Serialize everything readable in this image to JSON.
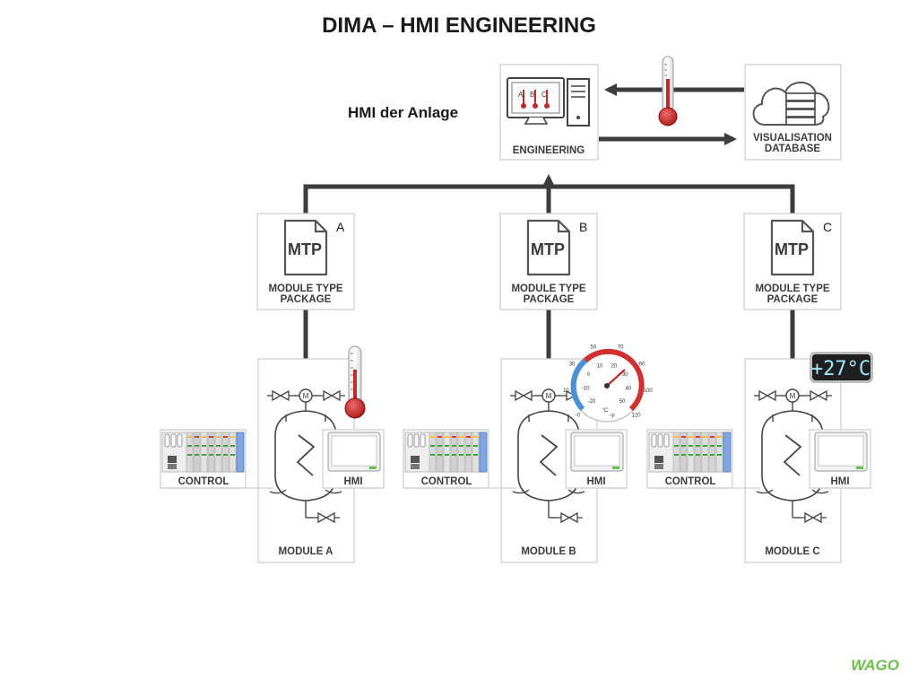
{
  "title": "DIMA – HMI ENGINEERING",
  "subtitle": "HMI der Anlage",
  "engineering": {
    "label": "ENGINEERING",
    "screen_labels": [
      "A",
      "B",
      "C"
    ]
  },
  "database": {
    "label_line1": "VISUALISATION",
    "label_line2": "DATABASE"
  },
  "modules": [
    {
      "letter": "A",
      "mtp_icon_text": "MTP",
      "package_line1": "MODULE TYPE",
      "package_line2": "PACKAGE",
      "control_label": "CONTROL",
      "hmi_label": "HMI",
      "module_label": "MODULE A",
      "indicator": "thermometer-icon"
    },
    {
      "letter": "B",
      "mtp_icon_text": "MTP",
      "package_line1": "MODULE TYPE",
      "package_line2": "PACKAGE",
      "control_label": "CONTROL",
      "hmi_label": "HMI",
      "module_label": "MODULE B",
      "indicator": "dial-gauge-icon"
    },
    {
      "letter": "C",
      "mtp_icon_text": "MTP",
      "package_line1": "MODULE TYPE",
      "package_line2": "PACKAGE",
      "control_label": "CONTROL",
      "hmi_label": "HMI",
      "module_label": "MODULE C",
      "indicator": "digital-display-icon"
    }
  ],
  "gauge": {
    "celsius_ticks": [
      "-20",
      "-10",
      "0",
      "10",
      "20",
      "30",
      "40",
      "50"
    ],
    "fahrenheit_ticks": [
      "-0",
      "10",
      "30",
      "50",
      "70",
      "90",
      "100",
      "120"
    ],
    "unit_c": "°C",
    "unit_f": "°F"
  },
  "digital_display": {
    "reading": "+27°C"
  },
  "brand": {
    "logo_text": "WAGO",
    "color": "#6cc04a"
  },
  "colors": {
    "connector": "#3d3d3d",
    "box_border": "#cfcfcf",
    "thermo_red": "#c62828",
    "gauge_blue": "#4a90d9",
    "display_bg": "#1f1f1f",
    "display_text": "#9fe7ff"
  }
}
